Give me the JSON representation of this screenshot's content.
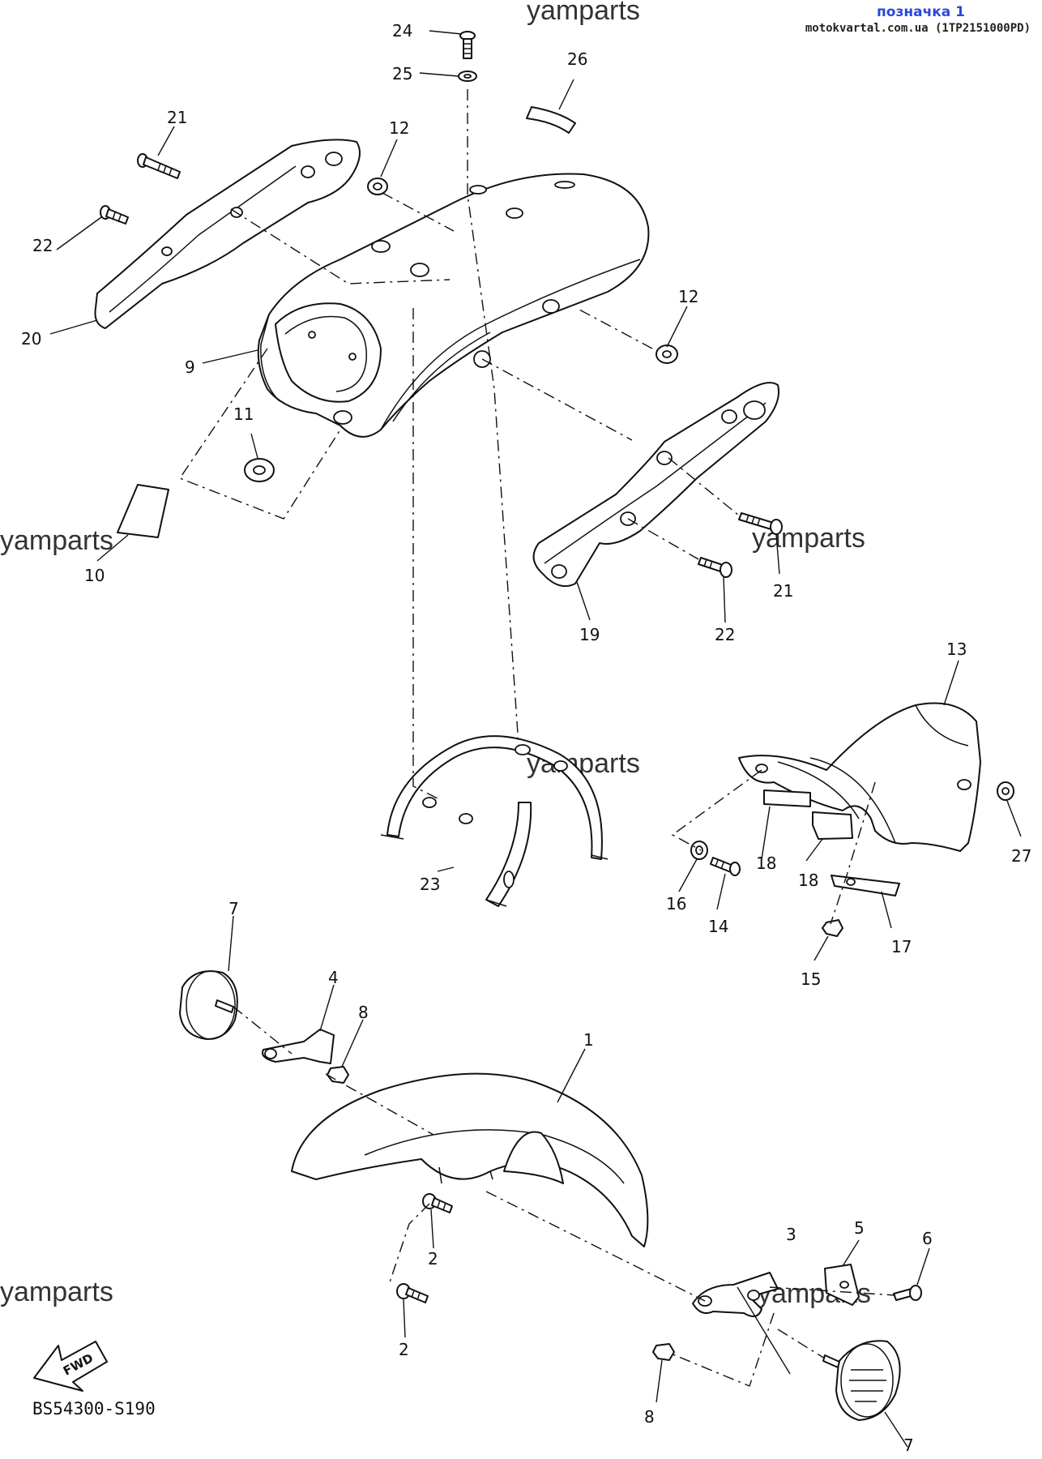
{
  "header": {
    "title": "позначка 1",
    "reference": "motokvartal.com.ua (1TP2151000PD)"
  },
  "watermark": "yamparts",
  "drawing_code": "BS54300-S190",
  "fwd_label": "FWD",
  "callouts": [
    "1",
    "2",
    "3",
    "4",
    "5",
    "6",
    "7",
    "8",
    "9",
    "10",
    "11",
    "12",
    "13",
    "14",
    "15",
    "16",
    "17",
    "18",
    "19",
    "20",
    "21",
    "22",
    "23",
    "24",
    "25",
    "26",
    "27"
  ]
}
